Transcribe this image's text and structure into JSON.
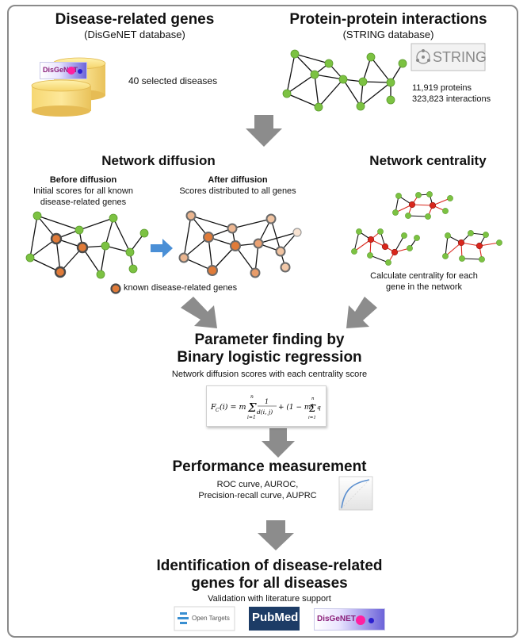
{
  "disgenet_block": {
    "title": "Disease-related genes",
    "subtitle": "(DisGeNET database)",
    "logo_text": "DisGeNET",
    "count_text": "40 selected diseases"
  },
  "string_block": {
    "title": "Protein-protein interactions",
    "subtitle": "(STRING database)",
    "logo_text": "STRING",
    "proteins_text": "11,919 proteins",
    "interactions_text": "323,823 interactions"
  },
  "diffusion": {
    "title": "Network diffusion",
    "before_heading": "Before diffusion",
    "before_line1": "Initial scores for all known",
    "before_line2": "disease-related genes",
    "after_heading": "After diffusion",
    "after_line1": "Scores distributed to all genes",
    "legend": "known disease-related genes"
  },
  "centrality": {
    "title": "Network centrality",
    "caption_line1": "Calculate centrality for each",
    "caption_line2": "gene in the network"
  },
  "parameter": {
    "title_line1": "Parameter finding by",
    "title_line2": "Binary logistic regression",
    "caption": "Network diffusion scores with each centrality score"
  },
  "performance": {
    "title": "Performance measurement",
    "line1": "ROC curve, AUROC,",
    "line2": "Precision-recall curve, AUPRC"
  },
  "identification": {
    "title_line1": "Identification of disease-related",
    "title_line2": "genes for all diseases",
    "caption": "Validation with literature support",
    "logo_opentargets": "Open Targets",
    "logo_pubmed": "PubMed",
    "logo_disgenet": "DisGeNET"
  },
  "colors": {
    "node_green": "#7cc242",
    "node_disease": "#e07b39",
    "arrow_gray": "#8c8c8c",
    "arrow_blue": "#4a8fd6",
    "edge_red": "#d9261c"
  }
}
